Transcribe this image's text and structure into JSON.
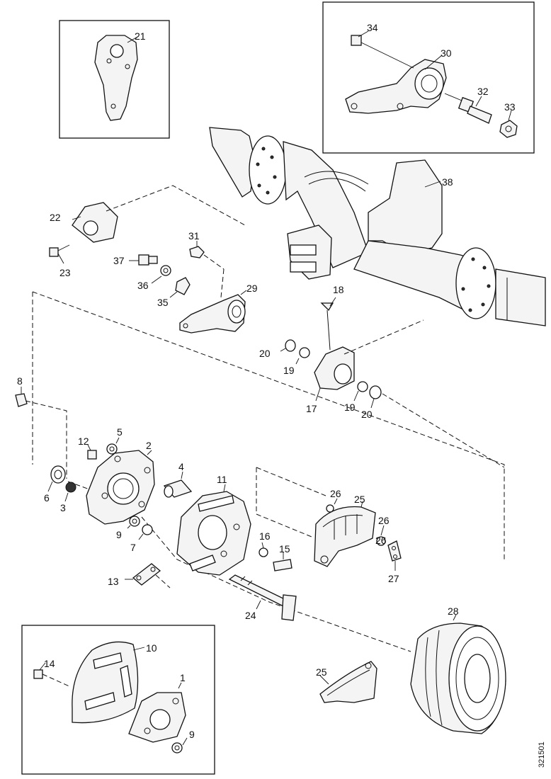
{
  "callouts": {
    "c1": "1",
    "c2": "2",
    "c3": "3",
    "c4": "4",
    "c5": "5",
    "c6": "6",
    "c7": "7",
    "c8": "8",
    "c9": "9",
    "c9b": "9",
    "c10": "10",
    "c11": "11",
    "c12": "12",
    "c13": "13",
    "c14": "14",
    "c15": "15",
    "c16": "16",
    "c17": "17",
    "c18": "18",
    "c19": "19",
    "c19b": "19",
    "c20": "20",
    "c20b": "20",
    "c21": "21",
    "c22": "22",
    "c23": "23",
    "c24": "24",
    "c25": "25",
    "c25b": "25",
    "c26": "26",
    "c26b": "26",
    "c26c": "26",
    "c27": "27",
    "c28": "28",
    "c29": "29",
    "c30": "30",
    "c31": "31",
    "c32": "32",
    "c33": "33",
    "c34": "34",
    "c35": "35",
    "c36": "36",
    "c37": "37",
    "c38": "38"
  },
  "drawing_number": "321501"
}
